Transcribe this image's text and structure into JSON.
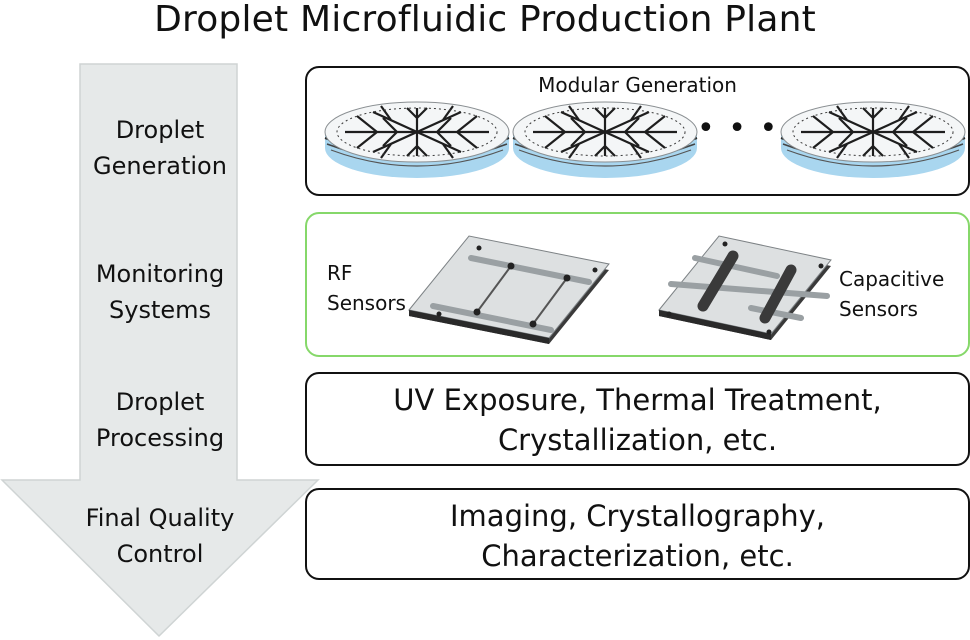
{
  "title": "Droplet Microfluidic Production Plant",
  "stages": [
    {
      "line1": "Droplet",
      "line2": "Generation"
    },
    {
      "line1": "Monitoring",
      "line2": "Systems"
    },
    {
      "line1": "Droplet",
      "line2": "Processing"
    },
    {
      "line1": "Final Quality",
      "line2": "Control"
    }
  ],
  "generation": {
    "label": "Modular Generation",
    "ellipsis": "• • •"
  },
  "monitoring": {
    "left_label_1": "RF",
    "left_label_2": "Sensors",
    "right_label_1": "Capacitive",
    "right_label_2": "Sensors"
  },
  "processing": {
    "line1": "UV Exposure, Thermal Treatment,",
    "line2": "Crystallization, etc."
  },
  "quality": {
    "line1": "Imaging, Crystallography,",
    "line2": "Characterization, etc."
  },
  "colors": {
    "arrow_fill": "#e6e9e9",
    "arrow_stroke": "#cfd4d4",
    "monitor_border": "#86d86a",
    "disk_blue": "#a9d6ef"
  }
}
